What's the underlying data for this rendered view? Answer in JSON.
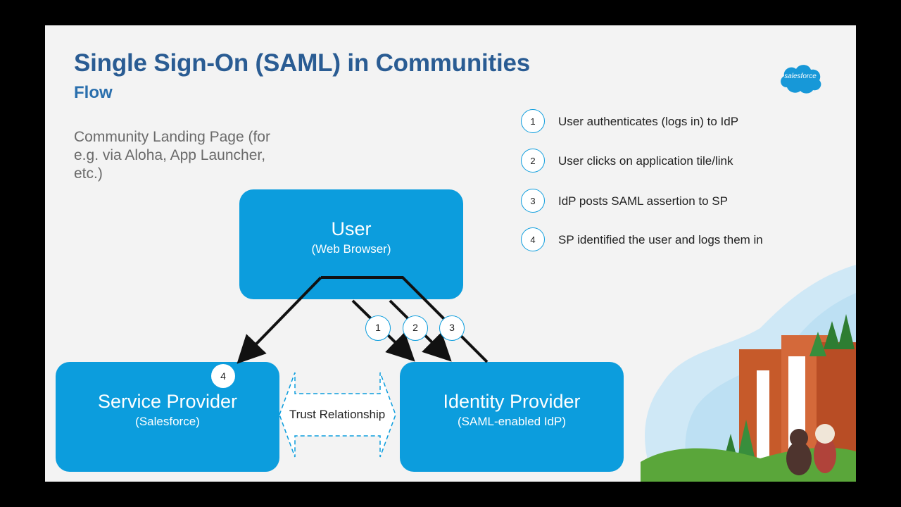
{
  "slide": {
    "title": "Single Sign-On (SAML) in Communities",
    "subtitle": "Flow",
    "landing_text": "Community Landing Page (for e.g. via Aloha, App Launcher, etc.)"
  },
  "boxes": {
    "user": {
      "name": "User",
      "sub": "(Web Browser)"
    },
    "service_provider": {
      "name": "Service Provider",
      "sub": "(Salesforce)"
    },
    "identity_provider": {
      "name": "Identity Provider",
      "sub": "(SAML-enabled IdP)"
    }
  },
  "trust_label": "Trust Relationship",
  "flow_numbers": [
    "1",
    "2",
    "3",
    "4"
  ],
  "steps": [
    {
      "num": "1",
      "text": "User authenticates (logs in) to IdP"
    },
    {
      "num": "2",
      "text": "User clicks on application tile/link"
    },
    {
      "num": "3",
      "text": "IdP posts SAML assertion to SP"
    },
    {
      "num": "4",
      "text": "SP identified the user and logs them in"
    }
  ],
  "logo_text": "salesforce",
  "colors": {
    "title": "#2a5c93",
    "box": "#0c9ddd",
    "background": "#f3f3f3",
    "arrow": "#111111"
  }
}
